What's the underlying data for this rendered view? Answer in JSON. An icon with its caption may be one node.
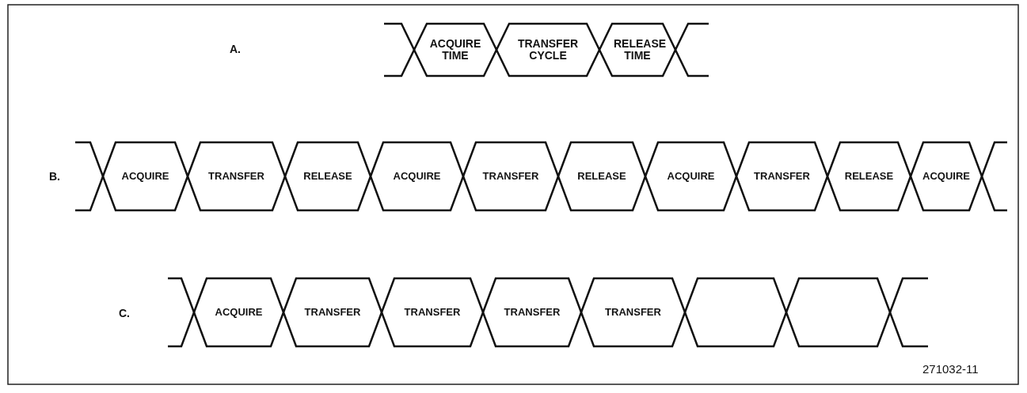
{
  "diagram": {
    "nodes": [
      {
        "text": [
          "ACQUIRE TIME"
        ]
      },
      {
        "text": [
          "TRANSFER CYCLE"
        ]
      },
      {
        "text": [
          "RELEASE TIME"
        ]
      },
      {
        "text": [
          "ACQUIRE"
        ]
      },
      {
        "text": [
          "TRANSFER"
        ]
      },
      {
        "text": [
          "RELEASE"
        ]
      },
      {
        "text": [
          "ACQUIRE"
        ]
      },
      {
        "text": [
          "TRANSFER"
        ]
      },
      {
        "text": [
          "RELEASE"
        ]
      },
      {
        "text": [
          "ACQUIRE"
        ]
      },
      {
        "text": [
          "TRANSFER"
        ]
      },
      {
        "text": [
          "RELEASE"
        ]
      },
      {
        "text": [
          "ACQUIRE"
        ]
      },
      {
        "text": [
          "ACQUIRE"
        ]
      },
      {
        "text": [
          "TRANSFER"
        ]
      },
      {
        "text": [
          "TRANSFER"
        ]
      },
      {
        "text": [
          "TRANSFER"
        ]
      },
      {
        "text": [
          "TRANSFER"
        ]
      },
      {
        "text": [],
        "shape": "hexagon"
      },
      {
        "text": [],
        "shape": "hexagon"
      }
    ],
    "labels": [
      "A.",
      "B.",
      "C.",
      "271032-11"
    ]
  }
}
